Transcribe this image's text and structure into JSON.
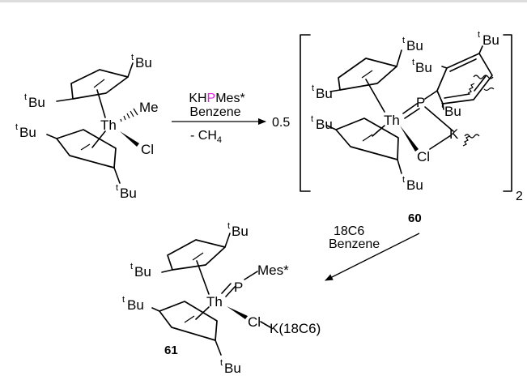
{
  "colors": {
    "thorium": "#1e9b1e",
    "phosphorus": "#e020e0",
    "top_rule": "#dcdcdc",
    "ink": "#000000"
  },
  "labels": {
    "t": "t",
    "bu": "Bu",
    "th": "Th",
    "p": "P",
    "me": "Me",
    "cl": "Cl",
    "k": "K",
    "mes_star": "Mes*",
    "k18c6": "K(18C6)"
  },
  "reaction1": {
    "reagent_pre": "KH",
    "reagent_p": "P",
    "reagent_post": "Mes*",
    "solvent": "Benzene",
    "byproduct_prefix": "- CH",
    "byproduct_sub": "4",
    "coefficient": "0.5"
  },
  "reaction2": {
    "reagent": "18C6",
    "solvent": "Benzene"
  },
  "compounds": {
    "dimer_label": "60",
    "dimer_multiplier": "2",
    "product_label": "61"
  }
}
